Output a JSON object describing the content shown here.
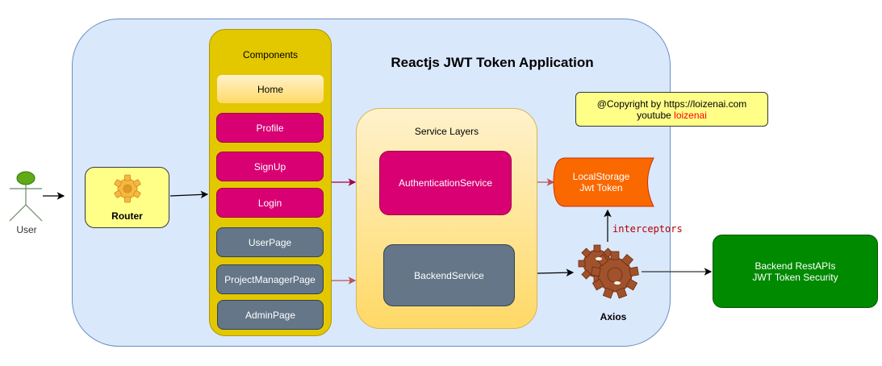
{
  "diagram": {
    "title": "Reactjs JWT Token Application",
    "user": {
      "label": "User"
    },
    "router": {
      "label": "Router",
      "icon": "gear-icon"
    },
    "components": {
      "title": "Components",
      "items": [
        {
          "label": "Home",
          "style": "light"
        },
        {
          "label": "Profile",
          "style": "pink"
        },
        {
          "label": "SignUp",
          "style": "pink"
        },
        {
          "label": "Login",
          "style": "pink"
        },
        {
          "label": "UserPage",
          "style": "gray"
        },
        {
          "label": "ProjectManagerPage",
          "style": "gray"
        },
        {
          "label": "AdminPage",
          "style": "gray"
        }
      ]
    },
    "service_layers": {
      "title": "Service Layers",
      "items": [
        {
          "label": "AuthenticationService"
        },
        {
          "label": "BackendService"
        }
      ]
    },
    "local_storage": {
      "line1": "LocalStorage",
      "line2": "Jwt Token"
    },
    "axios": {
      "label": "Axios",
      "icon": "gears-icon"
    },
    "interceptors_label": "interceptors",
    "backend_api": {
      "line1": "Backend RestAPIs",
      "line2": "JWT Token Security"
    },
    "copyright": {
      "line1": "@Copyright by https://loizenai.com",
      "line2_prefix": "youtube ",
      "line2_highlight": "loizenai"
    },
    "colors": {
      "container": "#dae8fc",
      "components_panel": "#e3c800",
      "pink_node": "#d80073",
      "gray_node": "#647687",
      "local_storage": "#fa6800",
      "backend_api": "#008a00",
      "gear_axios": "#a0522d",
      "arrow_red": "#a50040"
    }
  }
}
